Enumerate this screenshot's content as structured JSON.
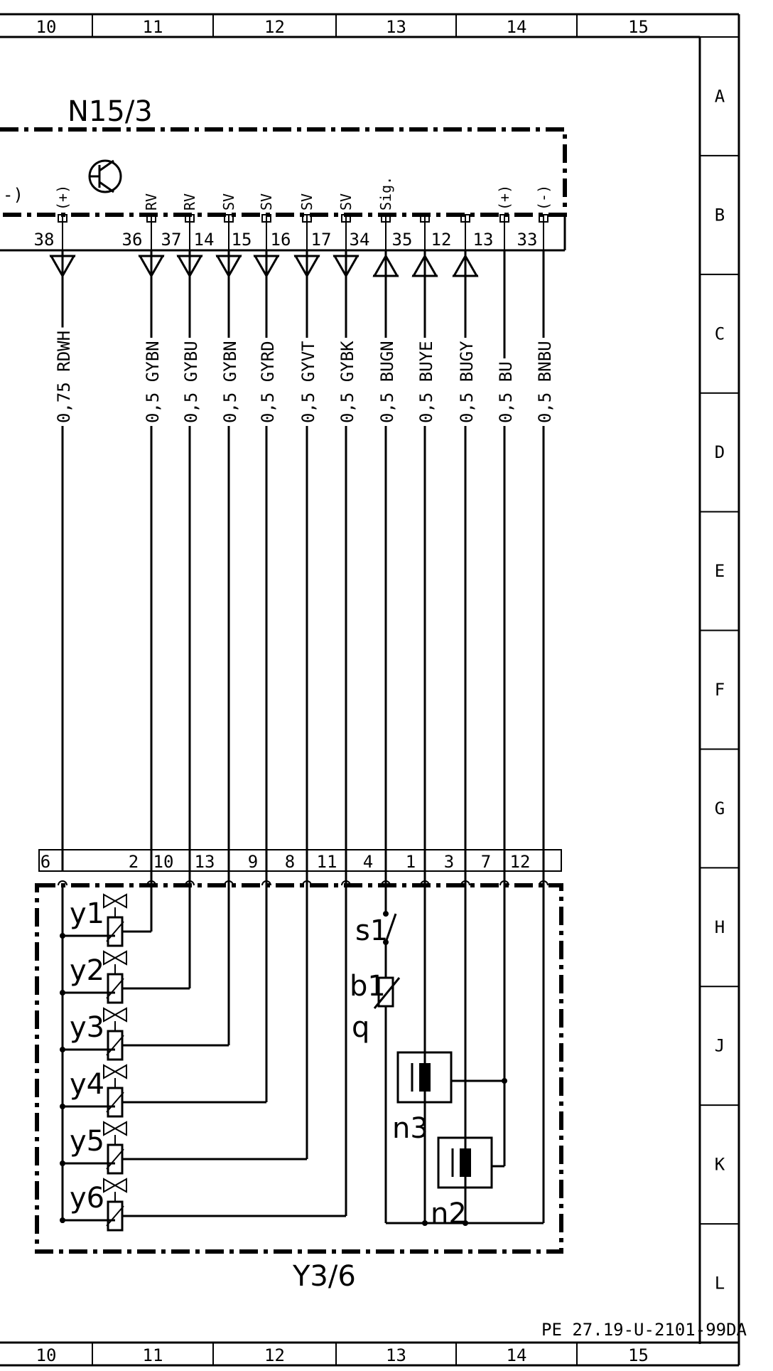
{
  "grid": {
    "columns": [
      "10",
      "11",
      "12",
      "13",
      "14",
      "15"
    ],
    "rows": [
      "A",
      "B",
      "C",
      "D",
      "E",
      "F",
      "G",
      "H",
      "J",
      "K",
      "L"
    ]
  },
  "top_module": {
    "name": "N15/3",
    "pins": [
      "38",
      "36",
      "37",
      "14",
      "15",
      "16",
      "17",
      "34",
      "35",
      "12",
      "13",
      "33"
    ],
    "pin_labels": [
      "(+)",
      "RV",
      "RV",
      "SV",
      "SV",
      "SV",
      "SV",
      "Sig.",
      "(+)",
      "(-)"
    ],
    "left_mark": "-)"
  },
  "wires": [
    {
      "gauge": "0,75",
      "color": "RDWH"
    },
    {
      "gauge": "0,5",
      "color": "GYBN"
    },
    {
      "gauge": "0,5",
      "color": "GYBU"
    },
    {
      "gauge": "0,5",
      "color": "GYBN"
    },
    {
      "gauge": "0,5",
      "color": "GYRD"
    },
    {
      "gauge": "0,5",
      "color": "GYVT"
    },
    {
      "gauge": "0,5",
      "color": "GYBK"
    },
    {
      "gauge": "0,5",
      "color": "BUGN"
    },
    {
      "gauge": "0,5",
      "color": "BUYE"
    },
    {
      "gauge": "0,5",
      "color": "BUGY"
    },
    {
      "gauge": "0,5",
      "color": "BU"
    },
    {
      "gauge": "0,5",
      "color": "BNBU"
    }
  ],
  "bottom_module": {
    "name": "Y3/6",
    "pins": [
      "6",
      "2",
      "10",
      "13",
      "9",
      "8",
      "11",
      "4",
      "1",
      "3",
      "7",
      "12"
    ],
    "components": [
      "y1",
      "y2",
      "y3",
      "y4",
      "y5",
      "y6",
      "s1",
      "b1",
      "q",
      "n3",
      "n2"
    ]
  },
  "doc_code": "PE 27.19-U-2101-99DA"
}
